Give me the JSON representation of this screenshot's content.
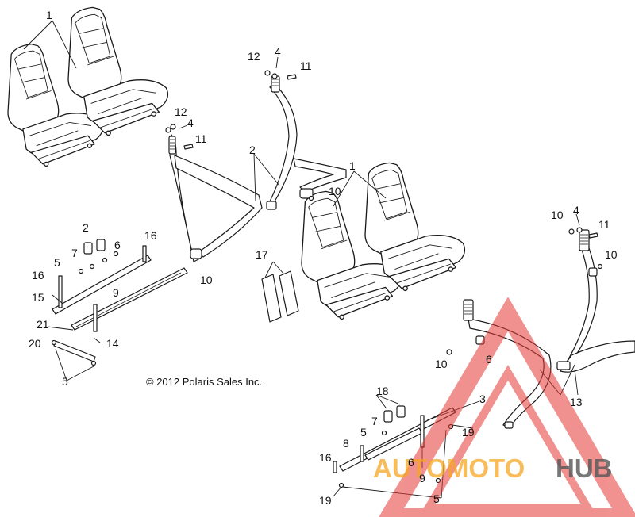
{
  "copyright": "© 2012 Polaris Sales Inc.",
  "watermark": {
    "prefix": "AUTOMOTO",
    "suffix": "HUB",
    "accent_color": "#f5a623",
    "dark_color": "#555555",
    "triangle_color": "#e53935"
  },
  "callouts": {
    "c1a": "1",
    "c1b": "1",
    "c2a": "2",
    "c2b": "2",
    "c3": "3",
    "c4a": "4",
    "c4b": "4",
    "c4c": "4",
    "c5a": "5",
    "c5b": "5",
    "c5c": "5",
    "c5d": "5",
    "c6a": "6",
    "c6b": "6",
    "c6c": "6",
    "c7a": "7",
    "c7b": "7",
    "c8": "8",
    "c9a": "9",
    "c9b": "9",
    "c10a": "10",
    "c10b": "10",
    "c10c": "10",
    "c10d": "10",
    "c10e": "10",
    "c11a": "11",
    "c11b": "11",
    "c11c": "11",
    "c12a": "12",
    "c12b": "12",
    "c13": "13",
    "c14": "14",
    "c15": "15",
    "c16a": "16",
    "c16b": "16",
    "c16c": "16",
    "c17": "17",
    "c18": "18",
    "c19a": "19",
    "c19b": "19",
    "c20": "20",
    "c21": "21"
  }
}
